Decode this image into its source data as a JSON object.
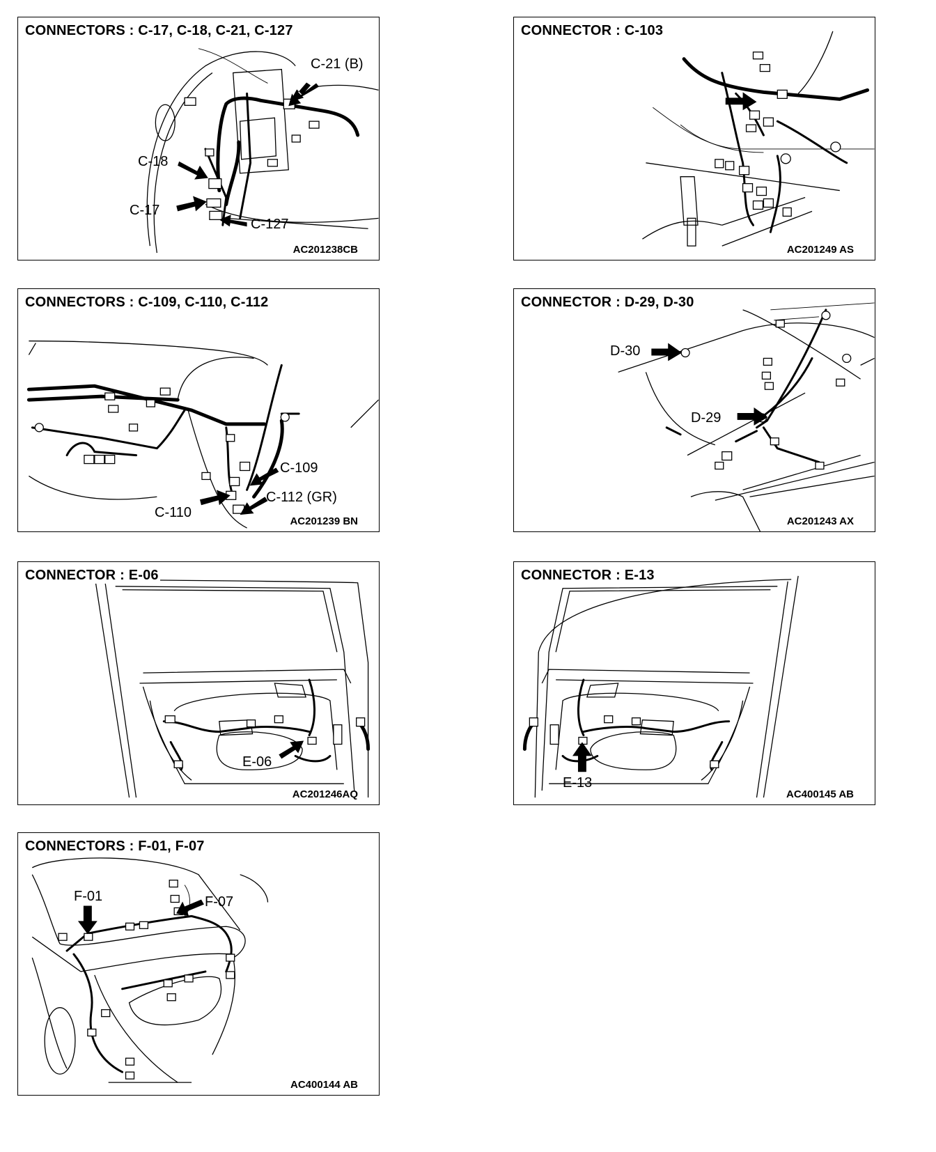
{
  "panels": [
    {
      "title": "CONNECTORS : C-17, C-18, C-21, C-127",
      "code": "AC201238CB",
      "labels": [
        "C-21 (B)",
        "C-18",
        "C-17",
        "C-127"
      ]
    },
    {
      "title": "CONNECTOR : C-103",
      "code": "AC201249 AS",
      "labels": []
    },
    {
      "title": "CONNECTORS : C-109, C-110, C-112",
      "code": "AC201239 BN",
      "labels": [
        "C-109",
        "C-112 (GR)",
        "C-110"
      ]
    },
    {
      "title": "CONNECTOR : D-29, D-30",
      "code": "AC201243 AX",
      "labels": [
        "D-30",
        "D-29"
      ]
    },
    {
      "title": "CONNECTOR : E-06",
      "code": "AC201246AQ",
      "labels": [
        "E-06"
      ]
    },
    {
      "title": "CONNECTOR : E-13",
      "code": "AC400145 AB",
      "labels": [
        "E-13"
      ]
    },
    {
      "title": "CONNECTORS : F-01, F-07",
      "code": "AC400144 AB",
      "labels": [
        "F-01",
        "F-07"
      ]
    }
  ]
}
